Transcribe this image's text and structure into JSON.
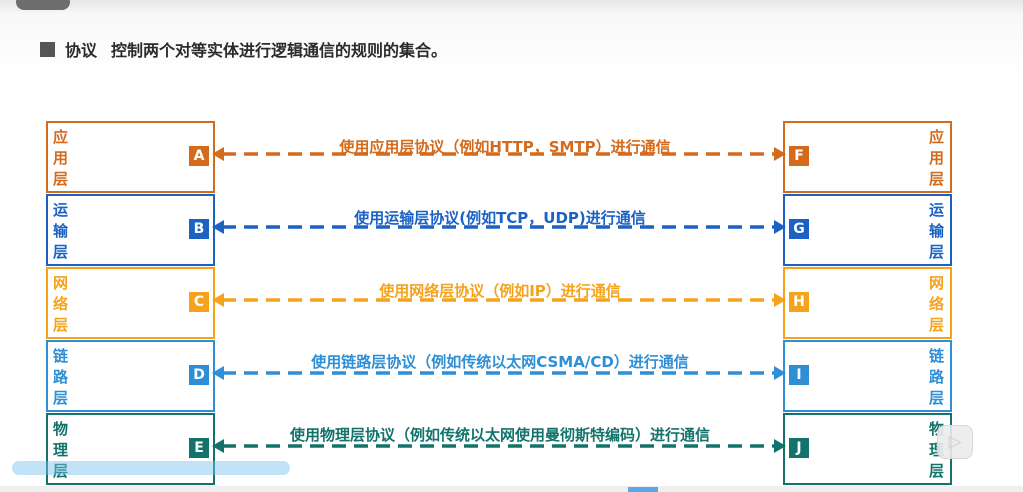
{
  "header": {
    "term": "协议",
    "definition": "控制两个对等实体进行逻辑通信的规则的集合。"
  },
  "layers": [
    {
      "name": "应用层",
      "left_entity": "A",
      "right_entity": "F",
      "color": "#d46a1b",
      "label": "使用应用层协议（例如HTTP，SMTP）进行通信"
    },
    {
      "name": "运输层",
      "left_entity": "B",
      "right_entity": "G",
      "color": "#1b62c4",
      "label": "使用运输层协议(例如TCP，UDP)进行通信"
    },
    {
      "name": "网络层",
      "left_entity": "C",
      "right_entity": "H",
      "color": "#f5a21d",
      "label": "使用网络层协议（例如IP）进行通信"
    },
    {
      "name": "链路层",
      "left_entity": "D",
      "right_entity": "I",
      "color": "#2f8fd6",
      "label": "使用链路层协议（例如传统以太网CSMA/CD）进行通信"
    },
    {
      "name": "物理层",
      "left_entity": "E",
      "right_entity": "J",
      "color": "#13736b",
      "label": "使用物理层协议（例如传统以太网使用曼彻斯特编码）进行通信"
    }
  ],
  "player": {
    "icon": "play-icon"
  }
}
